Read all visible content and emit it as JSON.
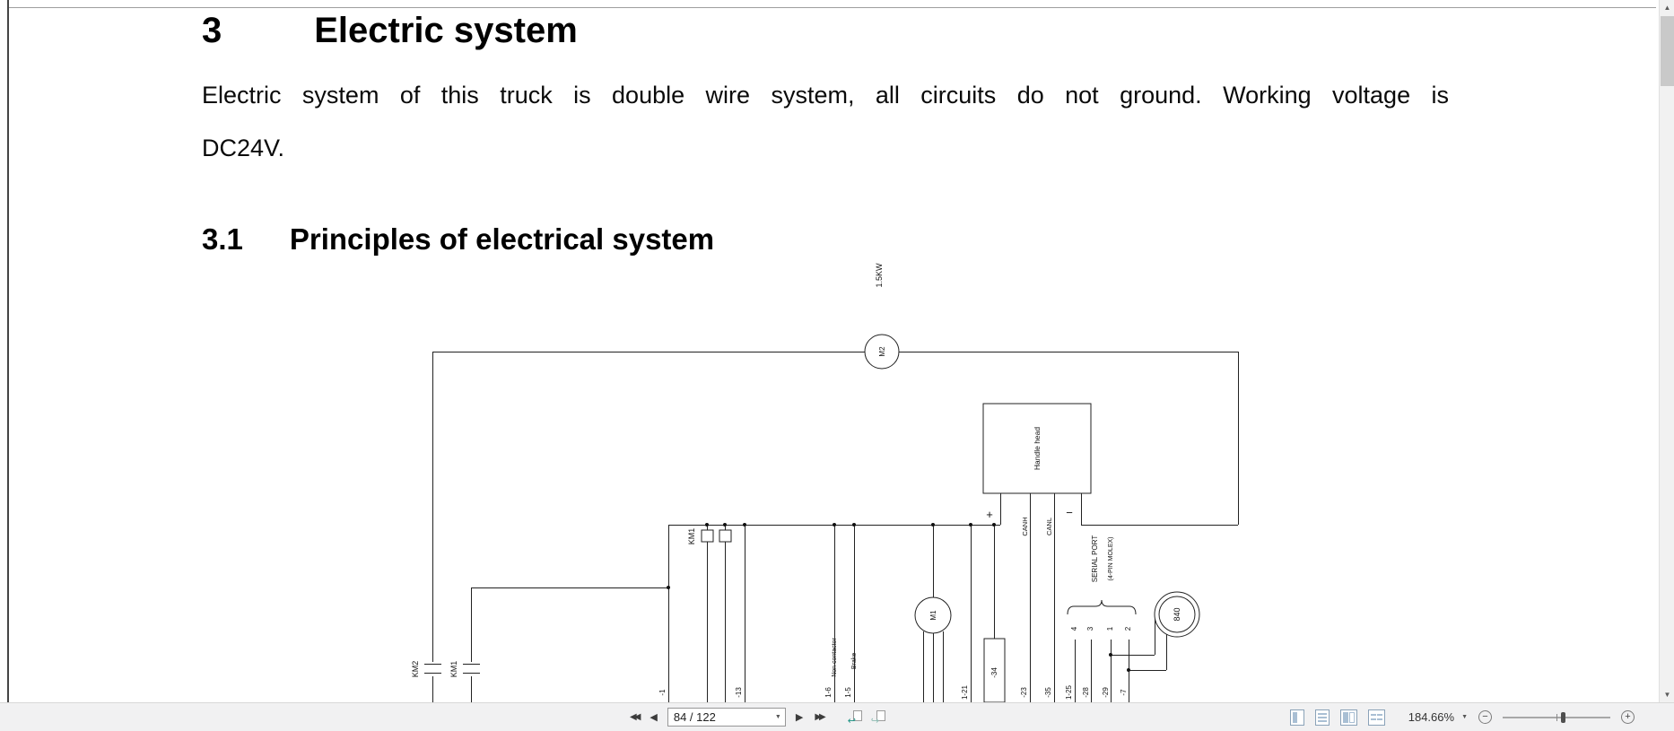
{
  "document": {
    "h1_number": "3",
    "h1_title": "Electric system",
    "paragraph_line1": "Electric system of this truck is double wire system, all circuits do not ground. Working voltage is",
    "paragraph_line2": "DC24V.",
    "h2_number": "3.1",
    "h2_title": "Principles of electrical system"
  },
  "diagram": {
    "motor2_rating": "1.5KW",
    "motor2_label": "M2",
    "handle_head_label": "Handle head",
    "plus_terminal": "+",
    "minus_terminal": "−",
    "can_high": "CANH",
    "can_low": "CANL",
    "serial_port_line1": "SERIAL PORT",
    "serial_port_line2": "(4-PIN MOLEX)",
    "display_840": "840",
    "motor1_label": "M1",
    "km2_label": "KM2",
    "km1_label": "KM1",
    "km1_contact_label": "KM1",
    "non_contactor_label": "Non contactor",
    "brake_label": "Brake",
    "pins": [
      "4",
      "3",
      "1",
      "2"
    ],
    "wires": [
      "-1",
      "-13",
      "1-6",
      "1-5",
      "1-21",
      "-34",
      "-23",
      "-35",
      "1-25",
      "-28",
      "-29",
      "-7"
    ]
  },
  "toolbar": {
    "first_page_glyph": "◀◀",
    "prev_page_glyph": "◀",
    "next_page_glyph": "▶",
    "last_page_glyph": "▶▶",
    "page_value": "84 / 122",
    "dropdown_glyph": "▼",
    "prev_view_glyph": "↩",
    "next_view_glyph": "↪",
    "zoom_value": "184.66%",
    "zoom_out_glyph": "−",
    "zoom_in_glyph": "+"
  },
  "scrollbar": {
    "up_glyph": "▲",
    "down_glyph": "▼"
  }
}
